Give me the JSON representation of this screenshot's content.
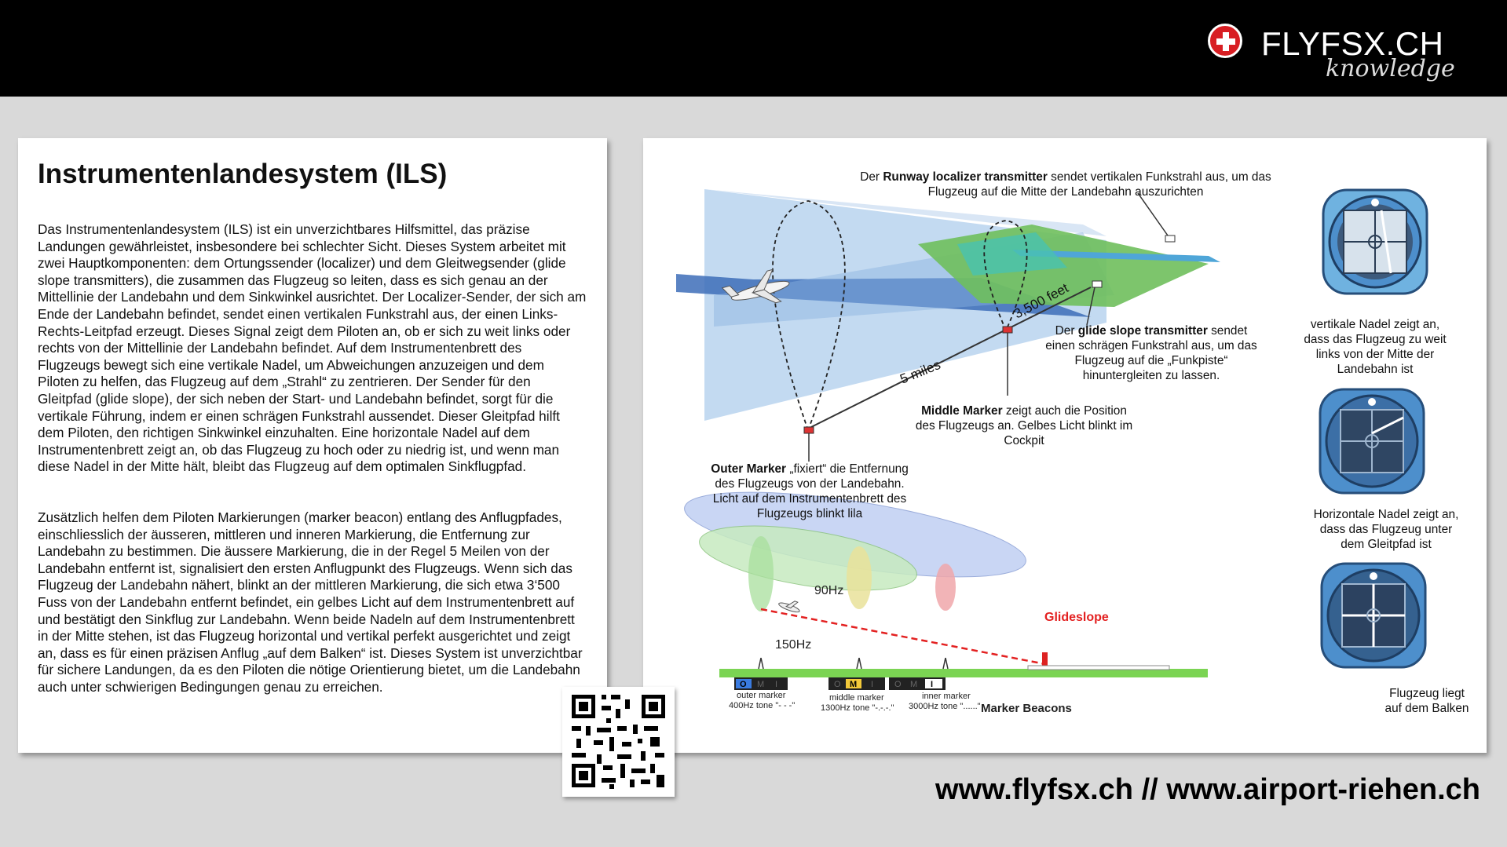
{
  "header": {
    "logo_name": "FLYFSX.CH",
    "logo_sub": "knowledge"
  },
  "article": {
    "title": "Instrumentenlandesystem (ILS)",
    "paragraph1": "Das Instrumentenlandesystem (ILS) ist ein unverzichtbares Hilfsmittel, das präzise Landungen gewährleistet, insbesondere bei schlechter Sicht. Dieses System arbeitet mit zwei Hauptkomponenten: dem Ortungssender (localizer) und dem Gleitwegsender (glide slope transmitters), die zusammen das Flugzeug so leiten, dass es sich genau an der Mittellinie der Landebahn und dem Sinkwinkel ausrichtet. Der Localizer-Sender, der sich am Ende der Landebahn befindet, sendet einen vertikalen Funkstrahl aus, der einen Links-Rechts-Leitpfad erzeugt. Dieses Signal zeigt dem Piloten an, ob er sich zu weit links oder rechts von der Mittellinie der Landebahn befindet. Auf dem Instrumentenbrett des Flugzeugs bewegt sich eine vertikale Nadel, um Abweichungen anzuzeigen und dem Piloten zu helfen, das Flugzeug auf dem „Strahl“ zu zentrieren. Der Sender für den Gleitpfad (glide slope), der sich neben der Start- und Landebahn befindet, sorgt für die vertikale Führung, indem er einen schrägen Funkstrahl aussendet. Dieser Gleitpfad hilft dem Piloten, den richtigen Sinkwinkel einzuhalten. Eine horizontale Nadel auf dem Instrumentenbrett zeigt an, ob das Flugzeug zu hoch oder zu niedrig ist, und wenn man diese Nadel in der Mitte hält, bleibt das Flugzeug auf dem optimalen Sinkflugpfad.",
    "paragraph2": "Zusätzlich helfen dem Piloten Markierungen (marker beacon) entlang des Anflugpfades, einschliesslich der äusseren, mittleren und inneren Markierung, die Entfernung zur Landebahn zu bestimmen. Die äussere Markierung, die in der Regel 5 Meilen von der Landebahn entfernt ist, signalisiert den ersten Anflugpunkt des Flugzeugs. Wenn sich das Flugzeug der Landebahn nähert, blinkt an der mittleren Markierung, die sich etwa 3‘500 Fuss von der Landebahn entfernt befindet, ein gelbes Licht auf dem Instrumentenbrett auf und bestätigt den Sinkflug zur Landebahn. Wenn beide Nadeln auf dem Instrumentenbrett in der Mitte stehen, ist das Flugzeug horizontal und vertikal perfekt ausgerichtet und zeigt an, dass es für einen präzisen Anflug „auf dem Balken“ ist. Dieses System ist unverzichtbar für sichere Landungen, da es den Piloten die nötige Orientierung bietet, um die Landebahn auch unter schwierigen Bedingungen genau zu erreichen."
  },
  "diagram": {
    "localizer": {
      "bold": "Runway localizer transmitter",
      "pre": "Der ",
      "rest": " sendet vertikalen Funkstrahl aus, um das Flugzeug auf die Mitte der Landebahn auszurichten"
    },
    "glide": {
      "pre": "Der ",
      "bold": "glide slope transmitter",
      "rest": " sendet einen schrägen Funkstrahl aus, um das Flugzeug auf die „Funkpiste“ hinuntergleiten zu lassen."
    },
    "middle": {
      "bold": "Middle Marker",
      "rest": " zeigt auch die Position des Flugzeugs an. Gelbes Licht blinkt im Cockpit"
    },
    "outer": {
      "bold": "Outer Marker",
      "rest": " „fixiert“ die Entfernung des Flugzeugs von der Landebahn. Licht auf dem Instrumentenbrett des Flugzeugs blinkt lila"
    },
    "dist_feet": "3,500 feet",
    "dist_miles": "5 miles",
    "freq1": "90Hz",
    "freq2": "150Hz",
    "glideslope": "Glideslope",
    "marker_beacons": "Marker Beacons",
    "outer_marker": "outer marker",
    "outer_tone": "400Hz tone \"- - -\"",
    "middle_marker": "middle marker",
    "middle_tone": "1300Hz tone \"-.-.-.\"",
    "inner_marker": "inner marker",
    "inner_tone": "3000Hz tone \"......\"",
    "box_o": "O",
    "box_m": "M",
    "box_i": "I"
  },
  "gauges": [
    {
      "caption": "vertikale Nadel zeigt an, dass das Flugzeug zu weit links von der Mitte der Landebahn ist"
    },
    {
      "caption": "Horizontale Nadel zeigt an, dass das Flugzeug unter dem Gleitpfad ist"
    },
    {
      "caption": "Flugzeug liegt auf dem Balken"
    }
  ],
  "footer": {
    "urls": "www.flyfsx.ch  //  www.airport-riehen.ch"
  }
}
